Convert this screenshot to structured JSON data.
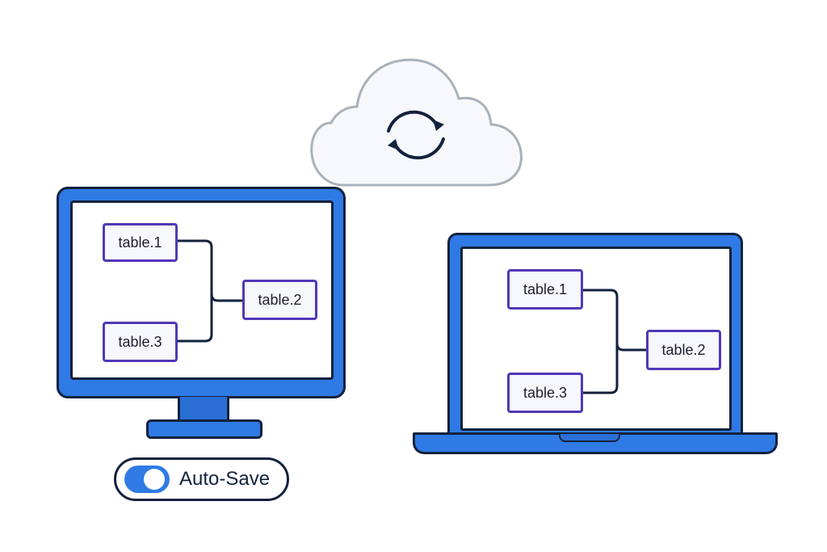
{
  "cloud": {
    "icon": "sync-icon"
  },
  "desktop": {
    "tables": {
      "t1": "table.1",
      "t2": "table.2",
      "t3": "table.3"
    }
  },
  "laptop": {
    "tables": {
      "t1": "table.1",
      "t2": "table.2",
      "t3": "table.3"
    }
  },
  "autosave": {
    "label": "Auto-Save",
    "enabled": true
  },
  "colors": {
    "accent": "#2f7ae5",
    "outline": "#13223d",
    "table_border": "#5237b8",
    "cloud_fill": "#f7f8fc",
    "cloud_outline": "#a9b1ba"
  }
}
